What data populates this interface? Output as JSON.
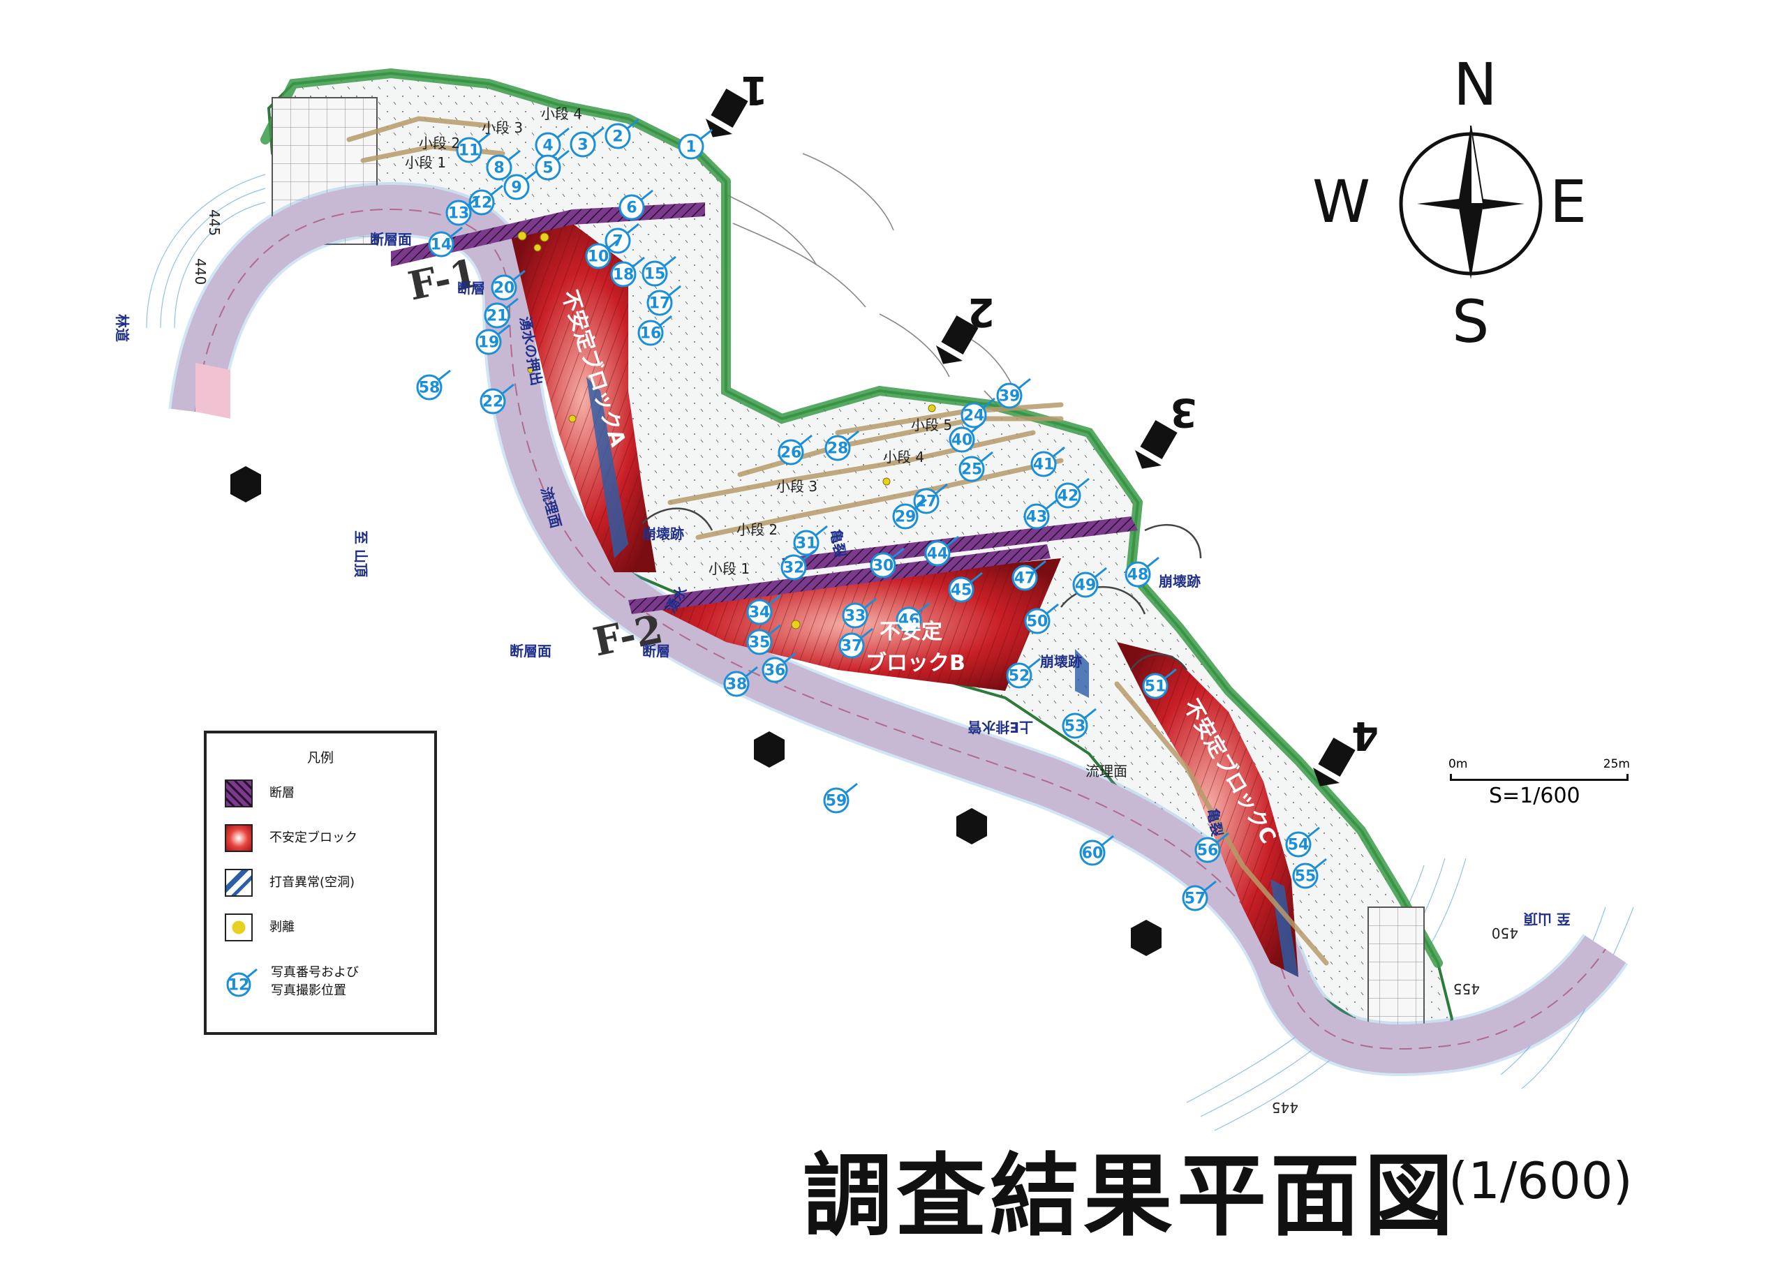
{
  "title": "調査結果平面図",
  "title_scale": "(1/600)",
  "compass": {
    "n": "N",
    "s": "S",
    "e": "E",
    "w": "W"
  },
  "scale_bar": {
    "start": "0m",
    "end": "25m",
    "ratio": "S=1/600"
  },
  "legend": {
    "title": "凡例",
    "items": [
      {
        "label": "断層",
        "color": "#7b3a8c"
      },
      {
        "label": "不安定ブロック",
        "color": "#d2232a"
      },
      {
        "label": "打音異常(空洞)",
        "color": "#2a5ea8"
      },
      {
        "label": "剥離",
        "color": "#e6d21e"
      },
      {
        "label": "写真番号および",
        "label2": "写真撮影位置",
        "sample": "12",
        "color": "#1a8fd8"
      }
    ]
  },
  "blocks": {
    "a": "不安定ブロックA",
    "b1": "不安定",
    "b2": "ブロックB",
    "c": "不安定ブロックC"
  },
  "faults": {
    "f1": "F-1",
    "f2": "F-2",
    "plane": "断層面",
    "fault": "断層"
  },
  "labels": {
    "steps": [
      "小段 1",
      "小段 2",
      "小段 3",
      "小段 4",
      "小段 5"
    ],
    "crack": "亀裂",
    "collapse": "崩壊跡",
    "flow": "流理面",
    "spring": "湧水",
    "extrusion": "湧水の押出",
    "road_to_yama": "至 山頂",
    "road_to": "至 山頂",
    "forest_road": "林道",
    "pipe": "上E排水管"
  },
  "section_numbers": [
    "1",
    "2",
    "3",
    "4"
  ],
  "photos": [
    "1",
    "2",
    "3",
    "4",
    "5",
    "6",
    "7",
    "8",
    "9",
    "10",
    "11",
    "12",
    "13",
    "14",
    "15",
    "16",
    "17",
    "18",
    "19",
    "20",
    "21",
    "22",
    "24",
    "25",
    "26",
    "27",
    "28",
    "29",
    "30",
    "31",
    "32",
    "33",
    "34",
    "35",
    "36",
    "37",
    "38",
    "39",
    "40",
    "41",
    "42",
    "43",
    "44",
    "45",
    "46",
    "47",
    "48",
    "49",
    "50",
    "51",
    "52",
    "53",
    "54",
    "55",
    "56",
    "57",
    "58",
    "59",
    "60"
  ],
  "contours": [
    "445",
    "440",
    "455",
    "450",
    "445"
  ]
}
